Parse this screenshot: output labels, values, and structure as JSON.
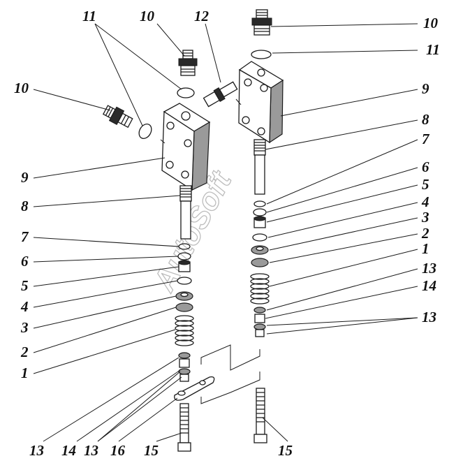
{
  "watermark": "AutoSoft",
  "callouts": {
    "l11": "11",
    "l10_top": "10",
    "l12": "12",
    "l10_left": "10",
    "l9": "9",
    "l8": "8",
    "l7": "7",
    "l6": "6",
    "l5": "5",
    "l4": "4",
    "l3": "3",
    "l2": "2",
    "l1": "1",
    "b13a": "13",
    "b14": "14",
    "b13b": "13",
    "b16": "16",
    "b15": "15",
    "r10": "10",
    "r11": "11",
    "r9": "9",
    "r8": "8",
    "r7": "7",
    "r6": "6",
    "r5": "5",
    "r4": "4",
    "r3": "3",
    "r2": "2",
    "r1": "1",
    "r13a": "13",
    "r14": "14",
    "r13b": "13",
    "r15": "15"
  }
}
